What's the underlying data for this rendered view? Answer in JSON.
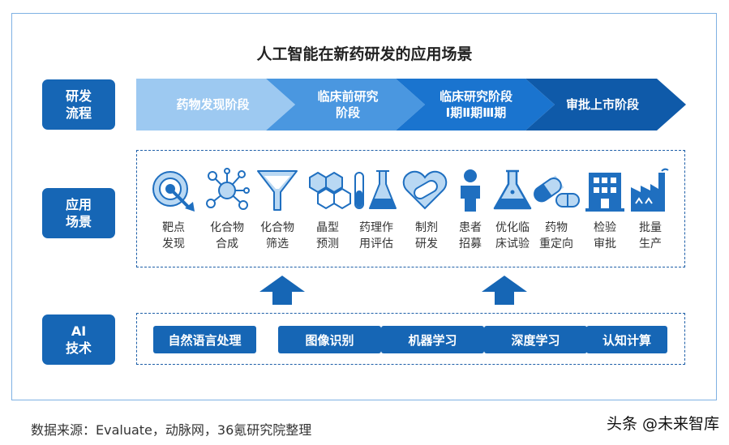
{
  "title": "人工智能在新药研发的应用场景",
  "side_labels": {
    "process": "研发\n流程",
    "application": "应用\n场景",
    "technology": "AI\n技术"
  },
  "stages": [
    {
      "label": "药物发现阶段",
      "color": "#9dc9f1"
    },
    {
      "label": "临床前研究\n阶段",
      "color": "#4a97e0"
    },
    {
      "label": "临床研究阶段\nⅠ期Ⅱ期Ⅲ期",
      "color": "#1a74cf"
    },
    {
      "label": "审批上市阶段",
      "color": "#0f5aa9"
    }
  ],
  "scenarios": [
    {
      "label": "靶点\n发现",
      "icon": "target-icon"
    },
    {
      "label": "化合物\n合成",
      "icon": "molecule-icon"
    },
    {
      "label": "化合物\n筛选",
      "icon": "funnel-icon"
    },
    {
      "label": "晶型\n预测",
      "icon": "hexagon-crystal-icon"
    },
    {
      "label": "药理作\n用评估",
      "icon": "flask-tube-icon"
    },
    {
      "label": "制剂\n研发",
      "icon": "capsule-icon"
    },
    {
      "label": "患者\n招募",
      "icon": "person-icon"
    },
    {
      "label": "优化临\n床试验",
      "icon": "beaker-icon"
    },
    {
      "label": "药物\n重定向",
      "icon": "pill-icon"
    },
    {
      "label": "检验\n审批",
      "icon": "building-icon"
    },
    {
      "label": "批量\n生产",
      "icon": "factory-icon"
    }
  ],
  "technologies": [
    "自然语言处理",
    "图像识别",
    "机器学习",
    "深度学习",
    "认知计算"
  ],
  "source": "数据来源：Evaluate，动脉网，36氪研究院整理",
  "watermark": "头条 @未来智库",
  "colors": {
    "primary": "#1666b5",
    "icon_fill": "#b9d8f3",
    "icon_stroke": "#1f6fc0"
  }
}
